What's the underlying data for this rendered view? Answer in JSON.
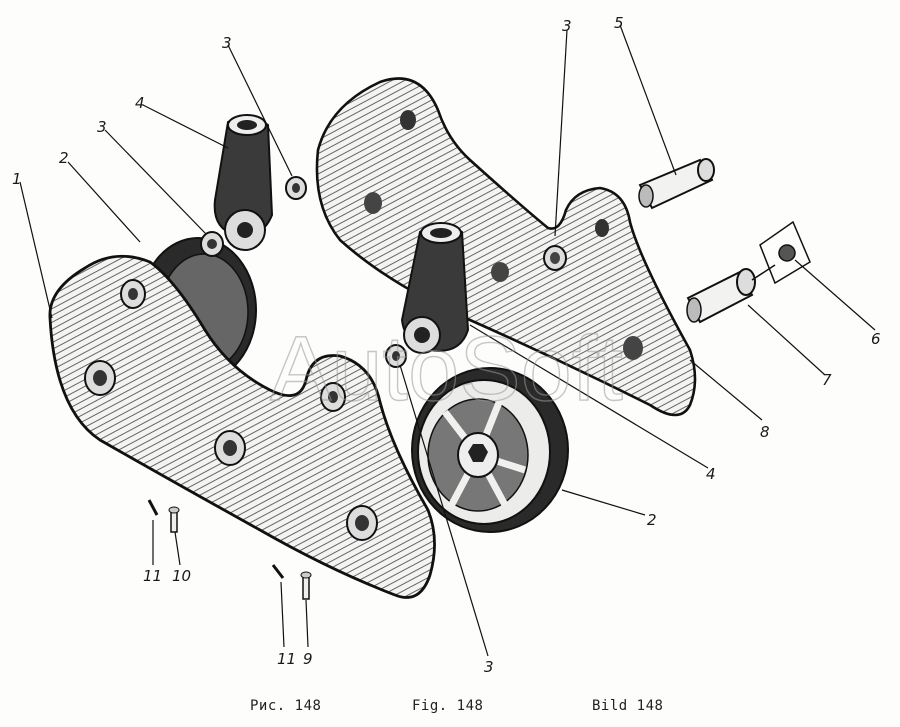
{
  "figure": {
    "watermark": "AutoSoft",
    "captions": [
      "Рис. 148",
      "Fig. 148",
      "Bild 148"
    ]
  },
  "callouts": [
    "1",
    "2",
    "3",
    "4",
    "3",
    "3",
    "5",
    "6",
    "7",
    "8",
    "4",
    "2",
    "3",
    "11",
    "10",
    "11",
    "9"
  ]
}
